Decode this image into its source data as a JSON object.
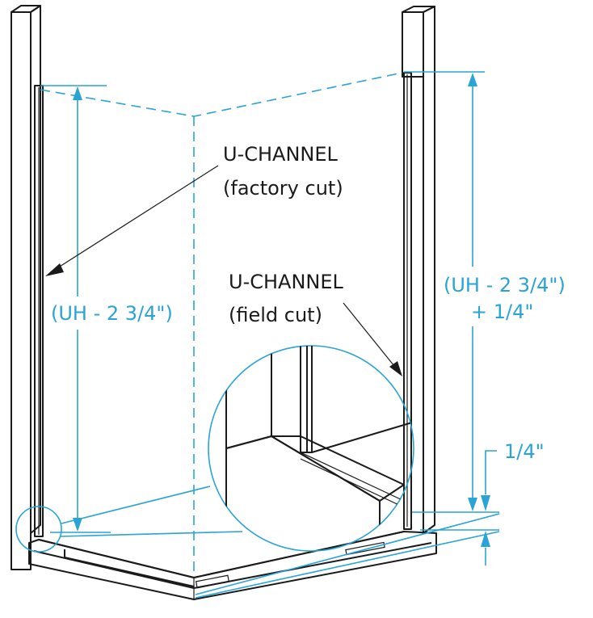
{
  "labels": {
    "uchannel_factory_line1": "U-CHANNEL",
    "uchannel_factory_line2": "(factory cut)",
    "uchannel_field_line1": "U-CHANNEL",
    "uchannel_field_line2": "(field cut)",
    "dim_left": "(UH - 2 3/4\")",
    "dim_right_line1": "(UH - 2 3/4\")",
    "dim_right_line2": "+ 1/4\"",
    "dim_small": "1/4\""
  },
  "colors": {
    "ink": "#1a1a1a",
    "dimension": "#2aa3d6"
  }
}
